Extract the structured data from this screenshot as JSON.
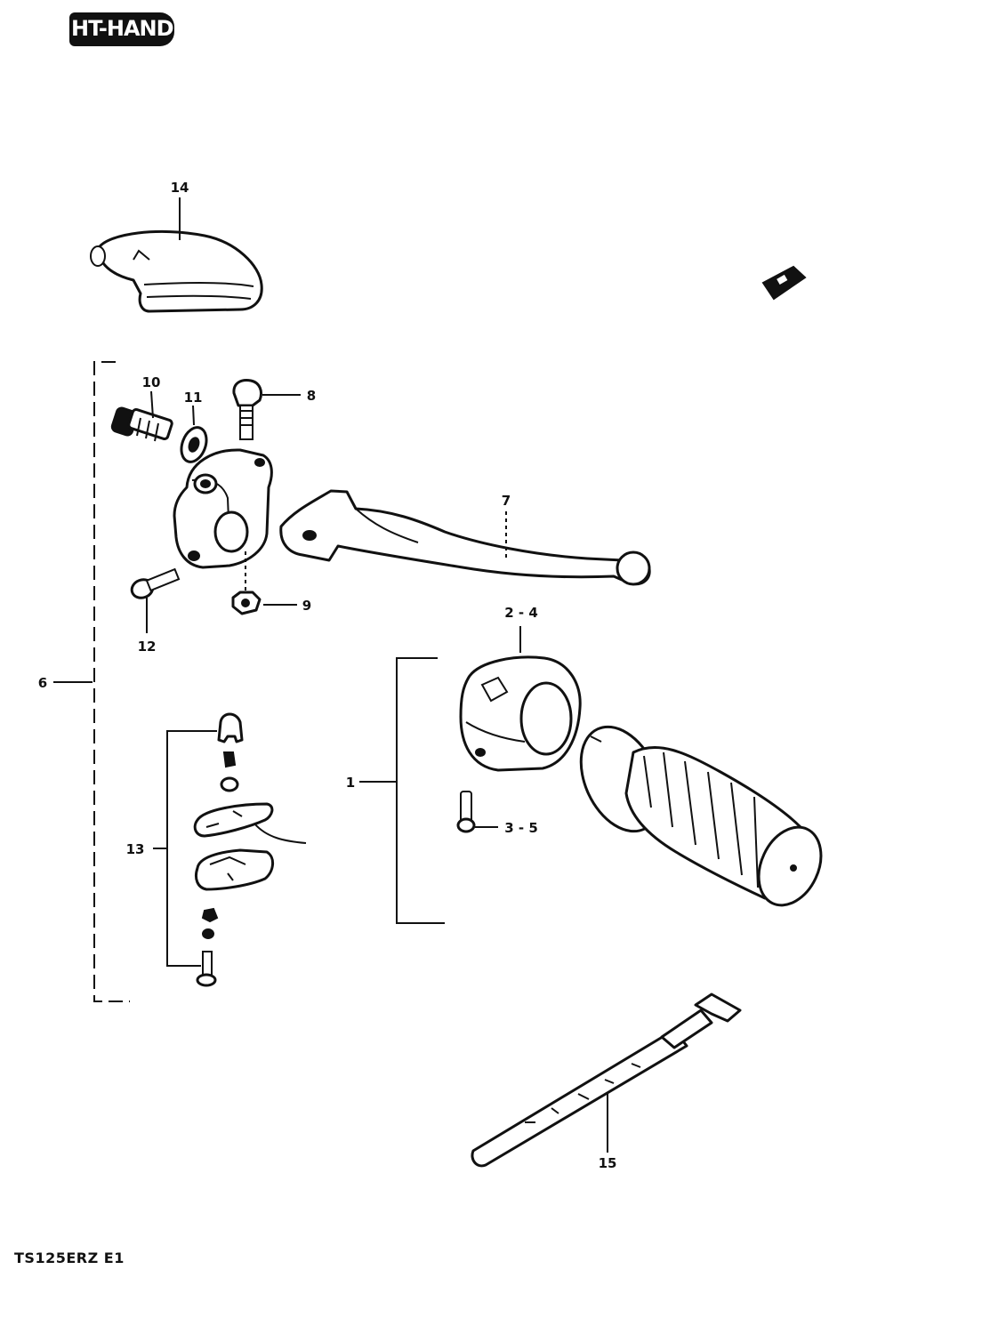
{
  "header": {
    "title": "HT-HAND"
  },
  "footer": {
    "model_code": "TS125ERZ  E1"
  },
  "callouts": {
    "c1": "1",
    "c2_4": "2 - 4",
    "c3_5": "3 - 5",
    "c6": "6",
    "c7": "7",
    "c8": "8",
    "c9": "9",
    "c10": "10",
    "c11": "11",
    "c12": "12",
    "c13": "13",
    "c14": "14",
    "c15": "15"
  },
  "icons": {
    "direction_marker": "arrow-tag-icon"
  }
}
